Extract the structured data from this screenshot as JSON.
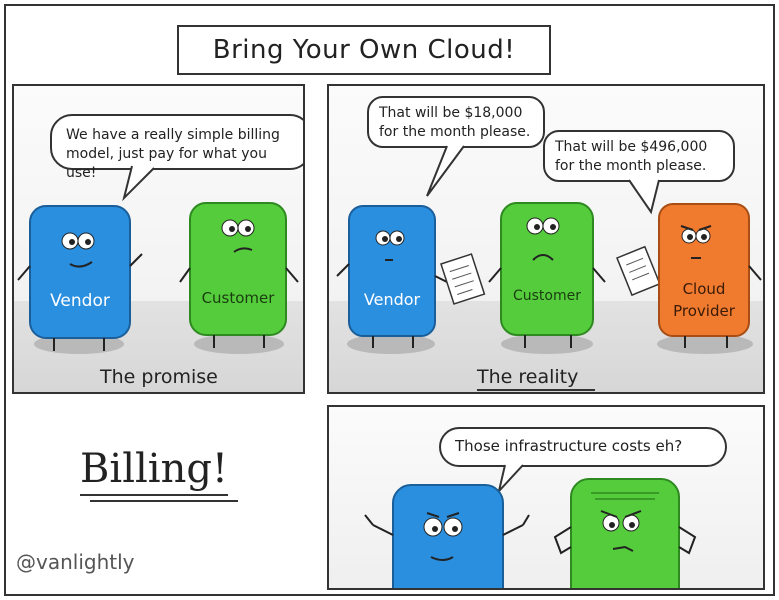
{
  "title": "Bring Your Own Cloud!",
  "panel1": {
    "speech": [
      "We have a really simple billing",
      "model, just pay for what you use!"
    ],
    "vendor_label": "Vendor",
    "customer_label": "Customer",
    "caption": "The promise"
  },
  "panel2": {
    "speech_vendor": [
      "That will be $18,000",
      "for the month please."
    ],
    "speech_cloud": [
      "That will be $496,000",
      "for the month please."
    ],
    "vendor_label": "Vendor",
    "customer_label": "Customer",
    "cloud_label_1": "Cloud",
    "cloud_label_2": "Provider",
    "caption": "The reality"
  },
  "panel3": {
    "speech": "Those infrastructure costs eh?"
  },
  "side_word": "Billing!",
  "credit": "@vanlightly",
  "colors": {
    "vendor": "#2b8fe0",
    "customer": "#55cc3c",
    "cloud": "#f07a2e"
  }
}
